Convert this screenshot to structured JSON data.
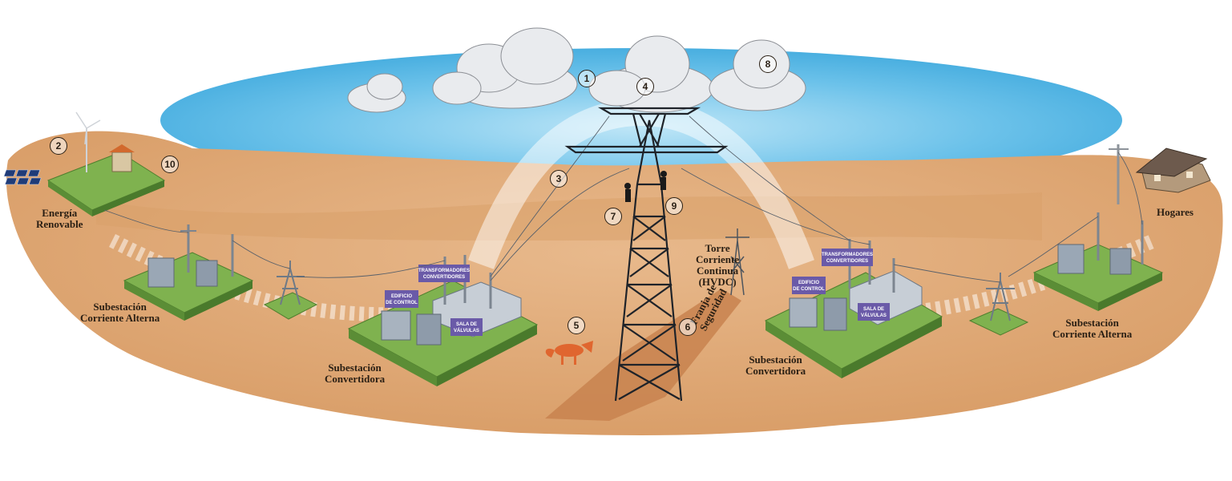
{
  "labels": {
    "renovable_1": "Energía",
    "renovable_2": "Renovable",
    "ac_left_1": "Subestación",
    "ac_left_2": "Corriente Alterna",
    "conv_left_1": "Subestación",
    "conv_left_2": "Convertidora",
    "tower_1": "Torre",
    "tower_2": "Corriente",
    "tower_3": "Continua",
    "tower_4": "(HVDC)",
    "franja_1": "Franja de",
    "franja_2": "Seguridad",
    "conv_right_1": "Subestación",
    "conv_right_2": "Convertidora",
    "ac_right_1": "Subestación",
    "ac_right_2": "Corriente Alterna",
    "hogares": "Hogares"
  },
  "signs": {
    "edificio_1": "EDIFICIO",
    "edificio_2": "DE CONTROL",
    "trafo_1": "TRANSFORMADORES",
    "trafo_2": "CONVERTIDORES",
    "sala_1": "SALA DE",
    "sala_2": "VÁLVULAS"
  },
  "markers": [
    "1",
    "2",
    "3",
    "4",
    "5",
    "6",
    "7",
    "8",
    "9",
    "10"
  ],
  "colors": {
    "sky": "#5bb8e6",
    "ground": "#e3b07e",
    "ground_dark": "#c98a57",
    "grass": "#7fb24f",
    "sign": "#6a5aa8"
  }
}
